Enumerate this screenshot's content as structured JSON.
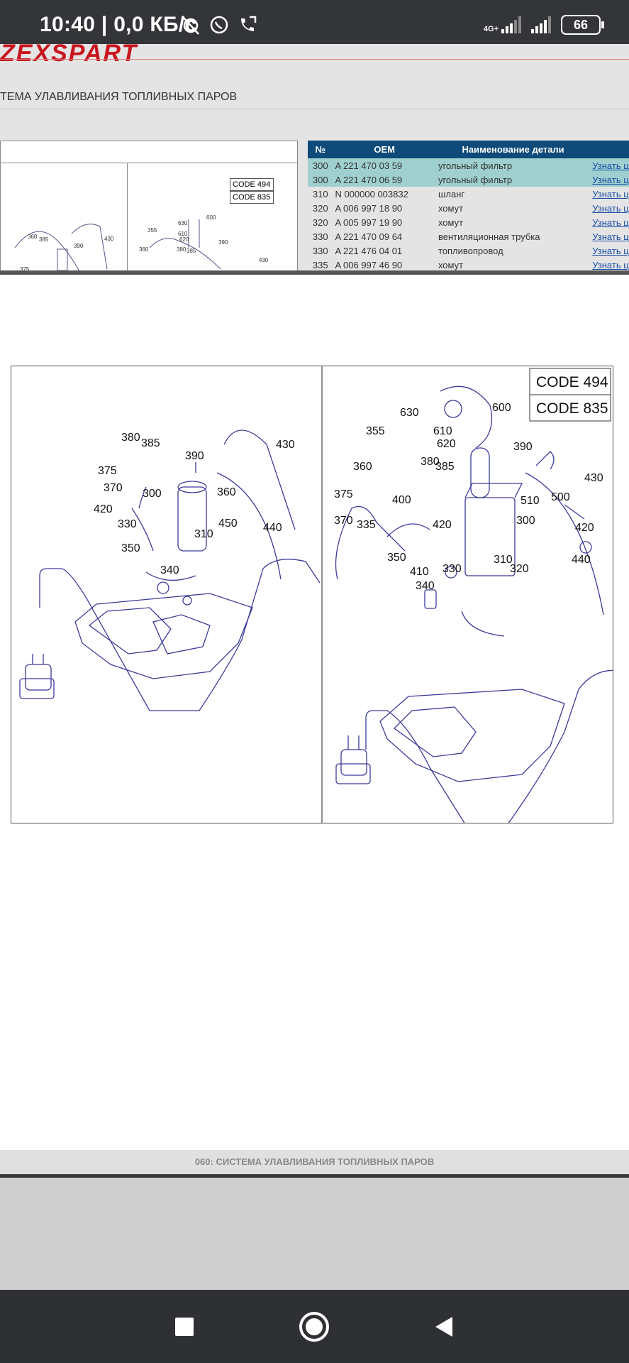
{
  "status_bar": {
    "time": "10:40 | 0,0 КБ/с",
    "network": "4G+",
    "battery": "66"
  },
  "page": {
    "brand": "ZEXSPART",
    "section_title": "ТЕМА УЛАВЛИВАНИЯ ТОПЛИВНЫХ ПАРОВ",
    "thumb_codes": [
      "CODE 494",
      "CODE 835"
    ],
    "table": {
      "headers": [
        "№",
        "OEM",
        "Наименование детали",
        ""
      ],
      "link_text": "Узнать ц",
      "rows": [
        {
          "num": "300",
          "oem": "A 221 470 03 59",
          "name": "угольный фильтр",
          "highlight": true
        },
        {
          "num": "300",
          "oem": "A 221 470 06 59",
          "name": "угольный фильтр",
          "highlight": true
        },
        {
          "num": "310",
          "oem": "N 000000 003832",
          "name": "шланг",
          "highlight": false
        },
        {
          "num": "320",
          "oem": "A 006 997 18 90",
          "name": "хомут",
          "highlight": false
        },
        {
          "num": "320",
          "oem": "A 005 997 19 90",
          "name": "хомут",
          "highlight": false
        },
        {
          "num": "330",
          "oem": "A 221 470 09 64",
          "name": "вентиляционная трубка",
          "highlight": false
        },
        {
          "num": "330",
          "oem": "A 221 476 04 01",
          "name": "топливопровод",
          "highlight": false
        },
        {
          "num": "335",
          "oem": "A 006 997 46 90",
          "name": "хомут",
          "highlight": false
        }
      ]
    }
  },
  "diagram": {
    "codes": [
      "CODE 494",
      "CODE 835"
    ],
    "left_labels": [
      "380",
      "385",
      "390",
      "430",
      "375",
      "370",
      "300",
      "360",
      "420",
      "330",
      "450",
      "310",
      "440",
      "350",
      "340"
    ],
    "right_labels": [
      "630",
      "600",
      "355",
      "610",
      "620",
      "390",
      "360",
      "380",
      "385",
      "430",
      "375",
      "400",
      "510",
      "500",
      "370",
      "335",
      "420",
      "300",
      "420",
      "350",
      "330",
      "310",
      "440",
      "410",
      "320",
      "340"
    ]
  },
  "footer": {
    "caption": "060: СИСТЕМА УЛАВЛИВАНИЯ ТОПЛИВНЫХ ПАРОВ"
  }
}
